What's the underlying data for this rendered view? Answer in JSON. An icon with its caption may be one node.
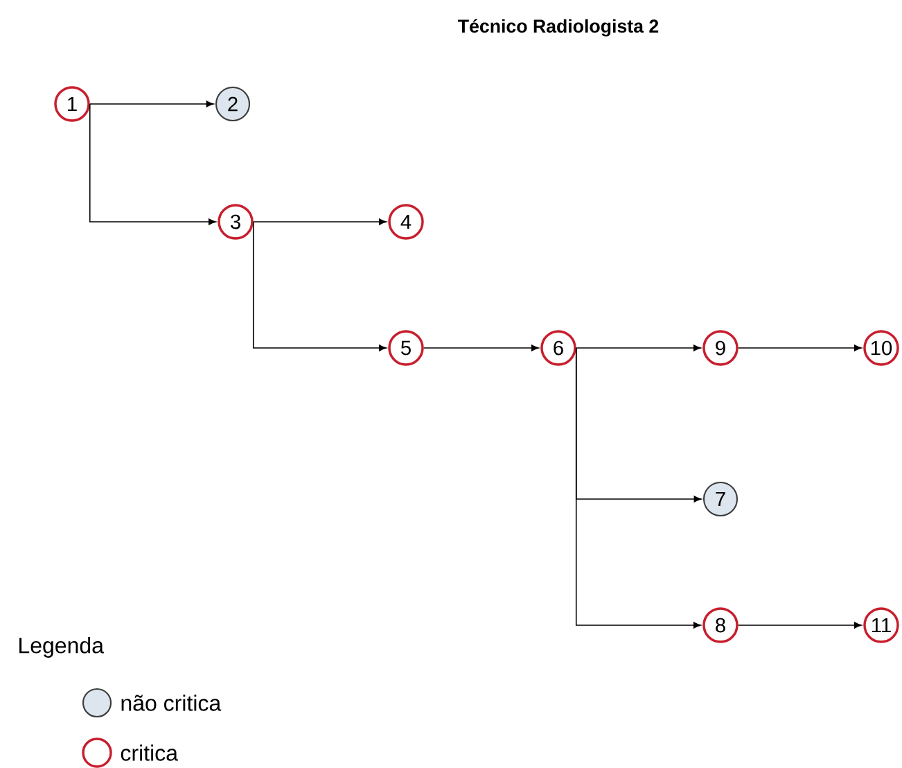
{
  "diagram": {
    "title": "Técnico Radiologista 2",
    "nodes": [
      {
        "text": [
          "1"
        ]
      },
      {
        "text": [
          "2"
        ]
      },
      {
        "text": [
          "3"
        ]
      },
      {
        "text": [
          "4"
        ]
      },
      {
        "text": [
          "5"
        ]
      },
      {
        "text": [
          "6"
        ]
      },
      {
        "text": [
          "7"
        ]
      },
      {
        "text": [
          "8"
        ]
      },
      {
        "text": [
          "9"
        ]
      },
      {
        "text": [
          "10"
        ]
      },
      {
        "text": [
          "11"
        ]
      }
    ],
    "edges": [
      {
        "from": 0,
        "to": 1,
        "arrow": "to"
      },
      {
        "from": 0,
        "to": 2,
        "arrow": "to"
      },
      {
        "from": 2,
        "to": 3,
        "arrow": "to"
      },
      {
        "from": 2,
        "to": 4,
        "arrow": "to"
      },
      {
        "from": 4,
        "to": 5,
        "arrow": "to"
      },
      {
        "from": 5,
        "to": 8,
        "arrow": "to"
      },
      {
        "from": 5,
        "to": 6,
        "arrow": "to"
      },
      {
        "from": 5,
        "to": 7,
        "arrow": "to"
      },
      {
        "from": 8,
        "to": 9,
        "arrow": "to"
      },
      {
        "from": 7,
        "to": 10,
        "arrow": "to"
      }
    ],
    "labels": [
      "Legenda"
    ],
    "legend": [
      {
        "text": "não critica",
        "color": "#dde6ee"
      },
      {
        "text": "critica"
      }
    ]
  }
}
